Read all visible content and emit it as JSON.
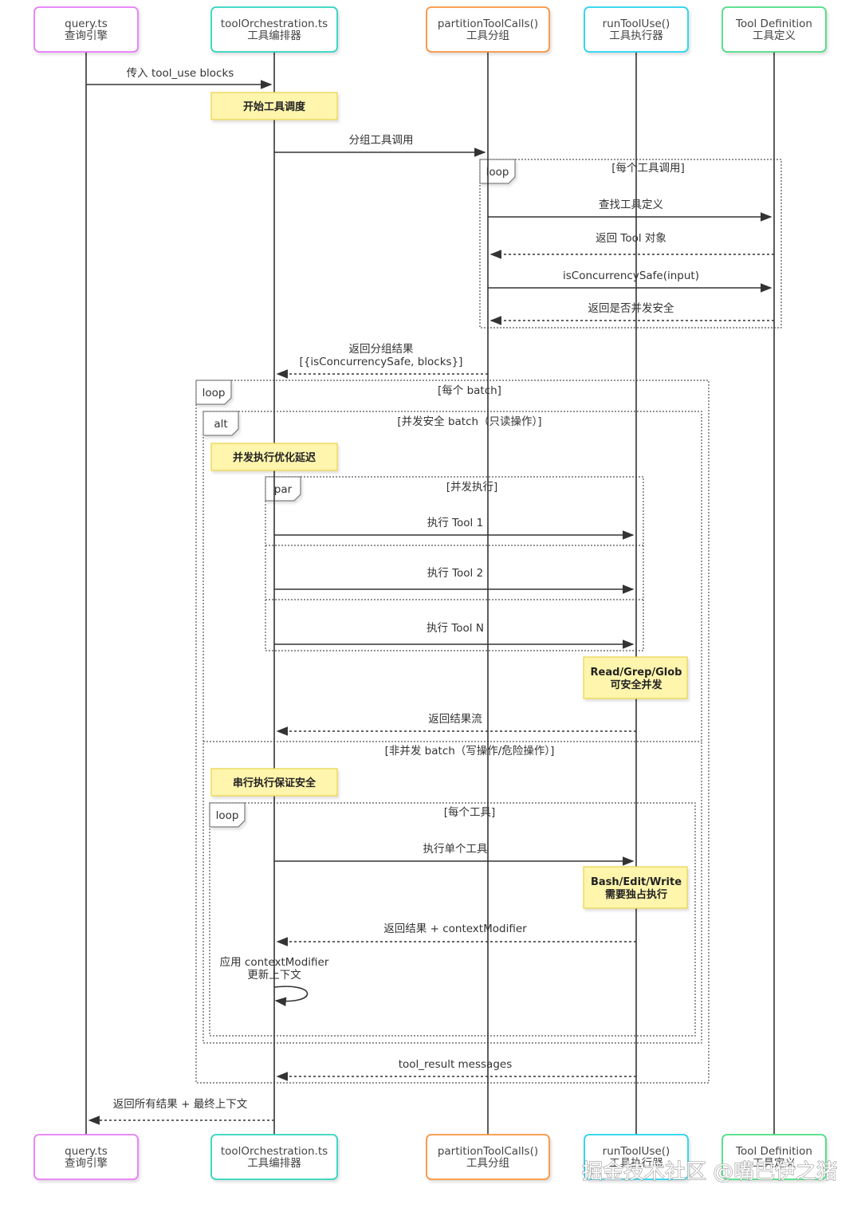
{
  "participants": [
    {
      "id": "query",
      "line1": "query.ts",
      "line2": "查询引擎"
    },
    {
      "id": "orch",
      "line1": "toolOrchestration.ts",
      "line2": "工具编排器"
    },
    {
      "id": "part",
      "line1": "partitionToolCalls()",
      "line2": "工具分组"
    },
    {
      "id": "run",
      "line1": "runToolUse()",
      "line2": "工具执行器"
    },
    {
      "id": "def",
      "line1": "Tool Definition",
      "line2": "工具定义"
    }
  ],
  "messages": [
    {
      "from": "query",
      "to": "orch",
      "style": "solid",
      "lines": [
        "传入 tool_use blocks"
      ]
    },
    {
      "from": "orch",
      "to": "part",
      "style": "solid",
      "lines": [
        "分组工具调用"
      ]
    },
    {
      "from": "part",
      "to": "def",
      "style": "solid",
      "lines": [
        "查找工具定义"
      ]
    },
    {
      "from": "def",
      "to": "part",
      "style": "dashed",
      "lines": [
        "返回 Tool 对象"
      ]
    },
    {
      "from": "part",
      "to": "def",
      "style": "solid",
      "lines": [
        "isConcurrencySafe(input)"
      ]
    },
    {
      "from": "def",
      "to": "part",
      "style": "dashed",
      "lines": [
        "返回是否并发安全"
      ]
    },
    {
      "from": "part",
      "to": "orch",
      "style": "dashed",
      "lines": [
        "返回分组结果",
        "[{isConcurrencySafe, blocks}]"
      ]
    },
    {
      "from": "orch",
      "to": "run",
      "style": "solid",
      "lines": [
        "执行 Tool 1"
      ]
    },
    {
      "from": "orch",
      "to": "run",
      "style": "solid",
      "lines": [
        "执行 Tool 2"
      ]
    },
    {
      "from": "orch",
      "to": "run",
      "style": "solid",
      "lines": [
        "执行 Tool N"
      ]
    },
    {
      "from": "run",
      "to": "orch",
      "style": "dashed",
      "lines": [
        "返回结果流"
      ]
    },
    {
      "from": "orch",
      "to": "run",
      "style": "solid",
      "lines": [
        "执行单个工具"
      ]
    },
    {
      "from": "run",
      "to": "orch",
      "style": "dashed",
      "lines": [
        "返回结果 + contextModifier"
      ]
    },
    {
      "from": "orch",
      "to": "orch",
      "style": "self",
      "lines": [
        "应用 contextModifier",
        "更新上下文"
      ]
    },
    {
      "from": "run",
      "to": "orch",
      "style": "dashed",
      "lines": [
        "tool_result messages"
      ]
    },
    {
      "from": "orch",
      "to": "query",
      "style": "dashed",
      "lines": [
        "返回所有结果 + 最终上下文"
      ]
    }
  ],
  "notes": [
    {
      "over": "orch",
      "lines": [
        "开始工具调度"
      ]
    },
    {
      "over": "orch",
      "lines": [
        "并发执行优化延迟"
      ]
    },
    {
      "over": "run",
      "lines": [
        "Read/Grep/Glob",
        "可安全并发"
      ]
    },
    {
      "over": "orch",
      "lines": [
        "串行执行保证安全"
      ]
    },
    {
      "over": "run",
      "lines": [
        "Bash/Edit/Write",
        "需要独占执行"
      ]
    }
  ],
  "frames": [
    {
      "kind": "loop",
      "title": "[每个工具调用]"
    },
    {
      "kind": "loop",
      "title": "[每个 batch]"
    },
    {
      "kind": "alt",
      "title": "[并发安全 batch（只读操作）]",
      "else_title": "[非并发 batch（写操作/危险操作）]"
    },
    {
      "kind": "par",
      "title": "[并发执行]"
    },
    {
      "kind": "loop",
      "title": "[每个工具]"
    }
  ],
  "colors": {
    "query": "#e879f9",
    "orch": "#2dd4bf",
    "part": "#fb923c",
    "run": "#22d3ee",
    "def": "#4ade80",
    "note_fill": "#fff5ad",
    "note_border": "#e8d24a",
    "line": "#333333"
  },
  "watermark": "掘金技术社区 @嘴巴伊之猪"
}
